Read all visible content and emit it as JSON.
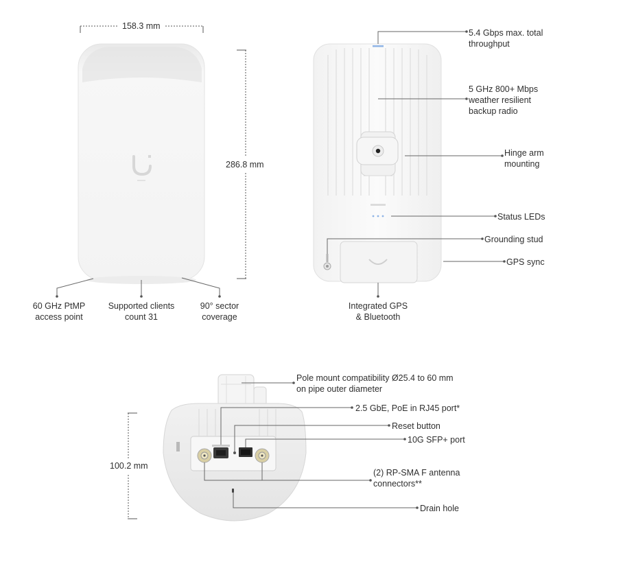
{
  "dimensions": {
    "width": "158.3 mm",
    "height": "286.8 mm",
    "depth": "100.2 mm"
  },
  "front_callouts": {
    "ptmp_line1": "60 GHz PtMP",
    "ptmp_line2": "access point",
    "clients_line1": "Supported clients",
    "clients_line2": "count 31",
    "sector_line1": "90° sector",
    "sector_line2": "coverage"
  },
  "back_callouts": {
    "throughput_line1": "5.4 Gbps max. total",
    "throughput_line2": "throughput",
    "backup_line1": "5 GHz 800+ Mbps",
    "backup_line2": "weather resilient",
    "backup_line3": "backup radio",
    "hinge_line1": "Hinge arm",
    "hinge_line2": "mounting",
    "status_leds": "Status LEDs",
    "grounding": "Grounding stud",
    "gps_sync": "GPS sync",
    "gps_bt_line1": "Integrated GPS",
    "gps_bt_line2": "& Bluetooth"
  },
  "bottom_callouts": {
    "pole_line1": "Pole mount compatibility Ø25.4 to 60 mm",
    "pole_line2": "on pipe outer diameter",
    "rj45": "2.5 GbE, PoE in RJ45 port*",
    "reset": "Reset button",
    "sfp": "10G SFP+ port",
    "antenna_line1": "(2) RP-SMA F antenna",
    "antenna_line2": "connectors**",
    "drain": "Drain hole"
  },
  "icons": {
    "logo": "ubiquiti-u-logo-icon"
  }
}
